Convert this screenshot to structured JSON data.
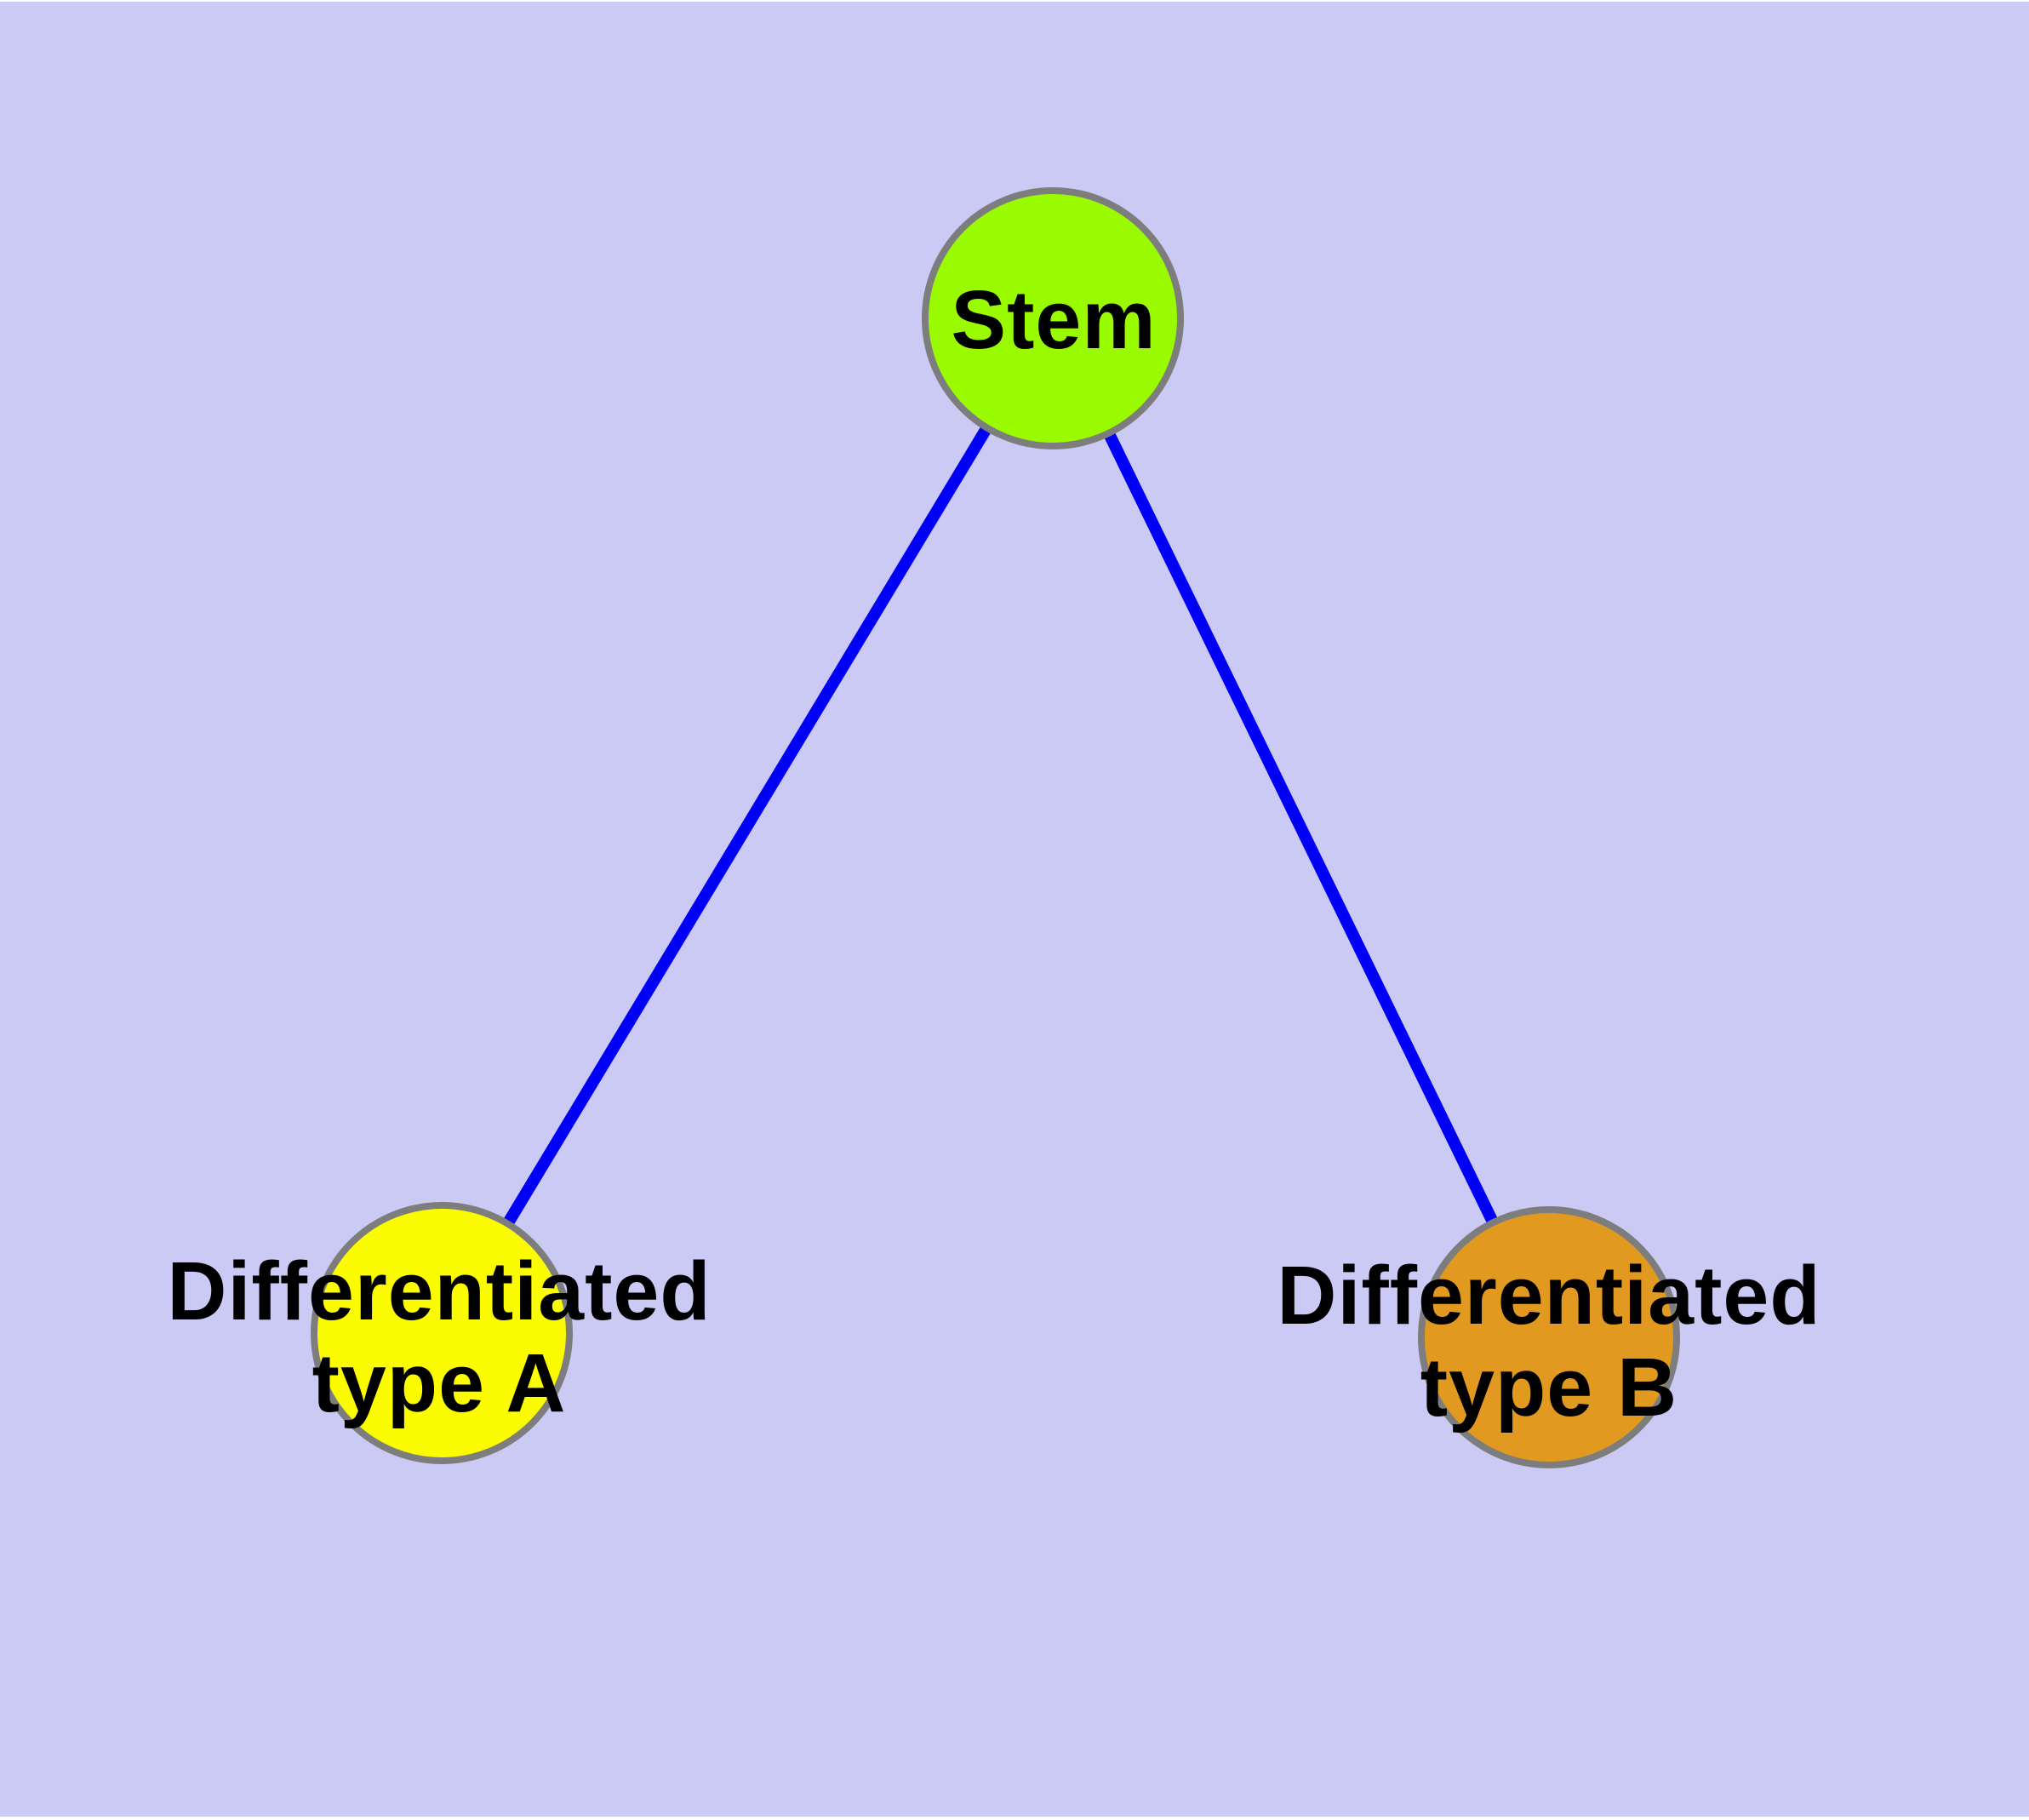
{
  "diagram": {
    "type": "graph",
    "background_color": "#CACAF5",
    "page_margin_color": "#FFFFFF",
    "edge_color": "#0000F8",
    "node_border_color": "#7D7D7D",
    "label_color": "#000000",
    "nodes": [
      {
        "id": "stem",
        "label": "Stem",
        "label_lines": [
          "Stem"
        ],
        "fill": "#9AFA00"
      },
      {
        "id": "differentiated-type-a",
        "label": "Differentiated type A",
        "label_lines": [
          "Differentiated",
          "type A"
        ],
        "fill": "#FCFC00"
      },
      {
        "id": "differentiated-type-b",
        "label": "Differentiated type B",
        "label_lines": [
          "Differentiated",
          "type B"
        ],
        "fill": "#E29920"
      }
    ],
    "edges": [
      {
        "from": "Stem",
        "to": "Differentiated type A"
      },
      {
        "from": "Stem",
        "to": "Differentiated type B"
      }
    ]
  }
}
